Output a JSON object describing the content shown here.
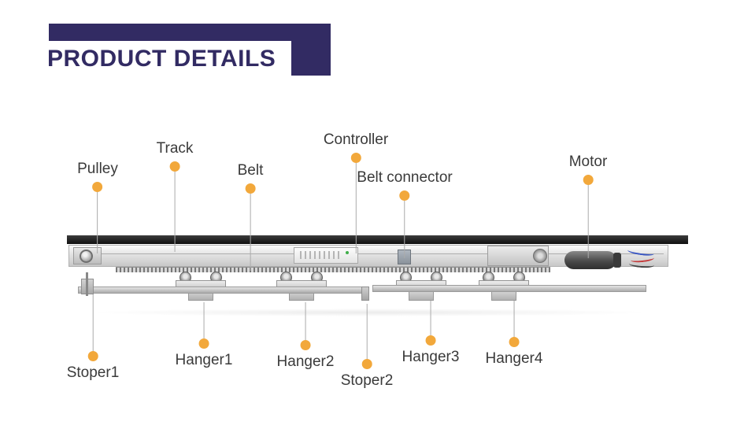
{
  "header": {
    "title": "PRODUCT DETAILS"
  },
  "colors": {
    "accent_dot": "#F2A83B",
    "header_navy": "#322B63",
    "callout_line": "#ABABAB",
    "label_text": "#3A3A3A"
  },
  "callouts": [
    {
      "label": "Pulley"
    },
    {
      "label": "Track"
    },
    {
      "label": "Belt"
    },
    {
      "label": "Controller"
    },
    {
      "label": "Belt connector"
    },
    {
      "label": "Motor"
    },
    {
      "label": "Stoper1"
    },
    {
      "label": "Hanger1"
    },
    {
      "label": "Hanger2"
    },
    {
      "label": "Stoper2"
    },
    {
      "label": "Hanger3"
    },
    {
      "label": "Hanger4"
    }
  ]
}
